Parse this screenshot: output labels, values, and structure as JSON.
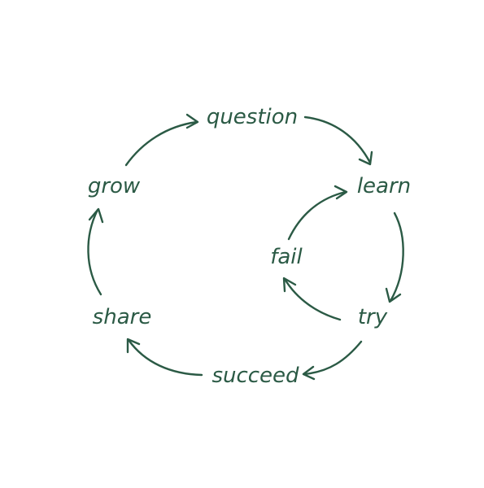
{
  "diagram": {
    "color": "#2b5a45",
    "nodes": {
      "question": "question",
      "learn": "learn",
      "try": "try",
      "succeed": "succeed",
      "share": "share",
      "grow": "grow",
      "fail": "fail"
    },
    "edges": [
      {
        "from": "question",
        "to": "learn"
      },
      {
        "from": "learn",
        "to": "try"
      },
      {
        "from": "try",
        "to": "succeed"
      },
      {
        "from": "succeed",
        "to": "share"
      },
      {
        "from": "share",
        "to": "grow"
      },
      {
        "from": "grow",
        "to": "question"
      },
      {
        "from": "try",
        "to": "fail"
      },
      {
        "from": "fail",
        "to": "learn"
      }
    ]
  }
}
